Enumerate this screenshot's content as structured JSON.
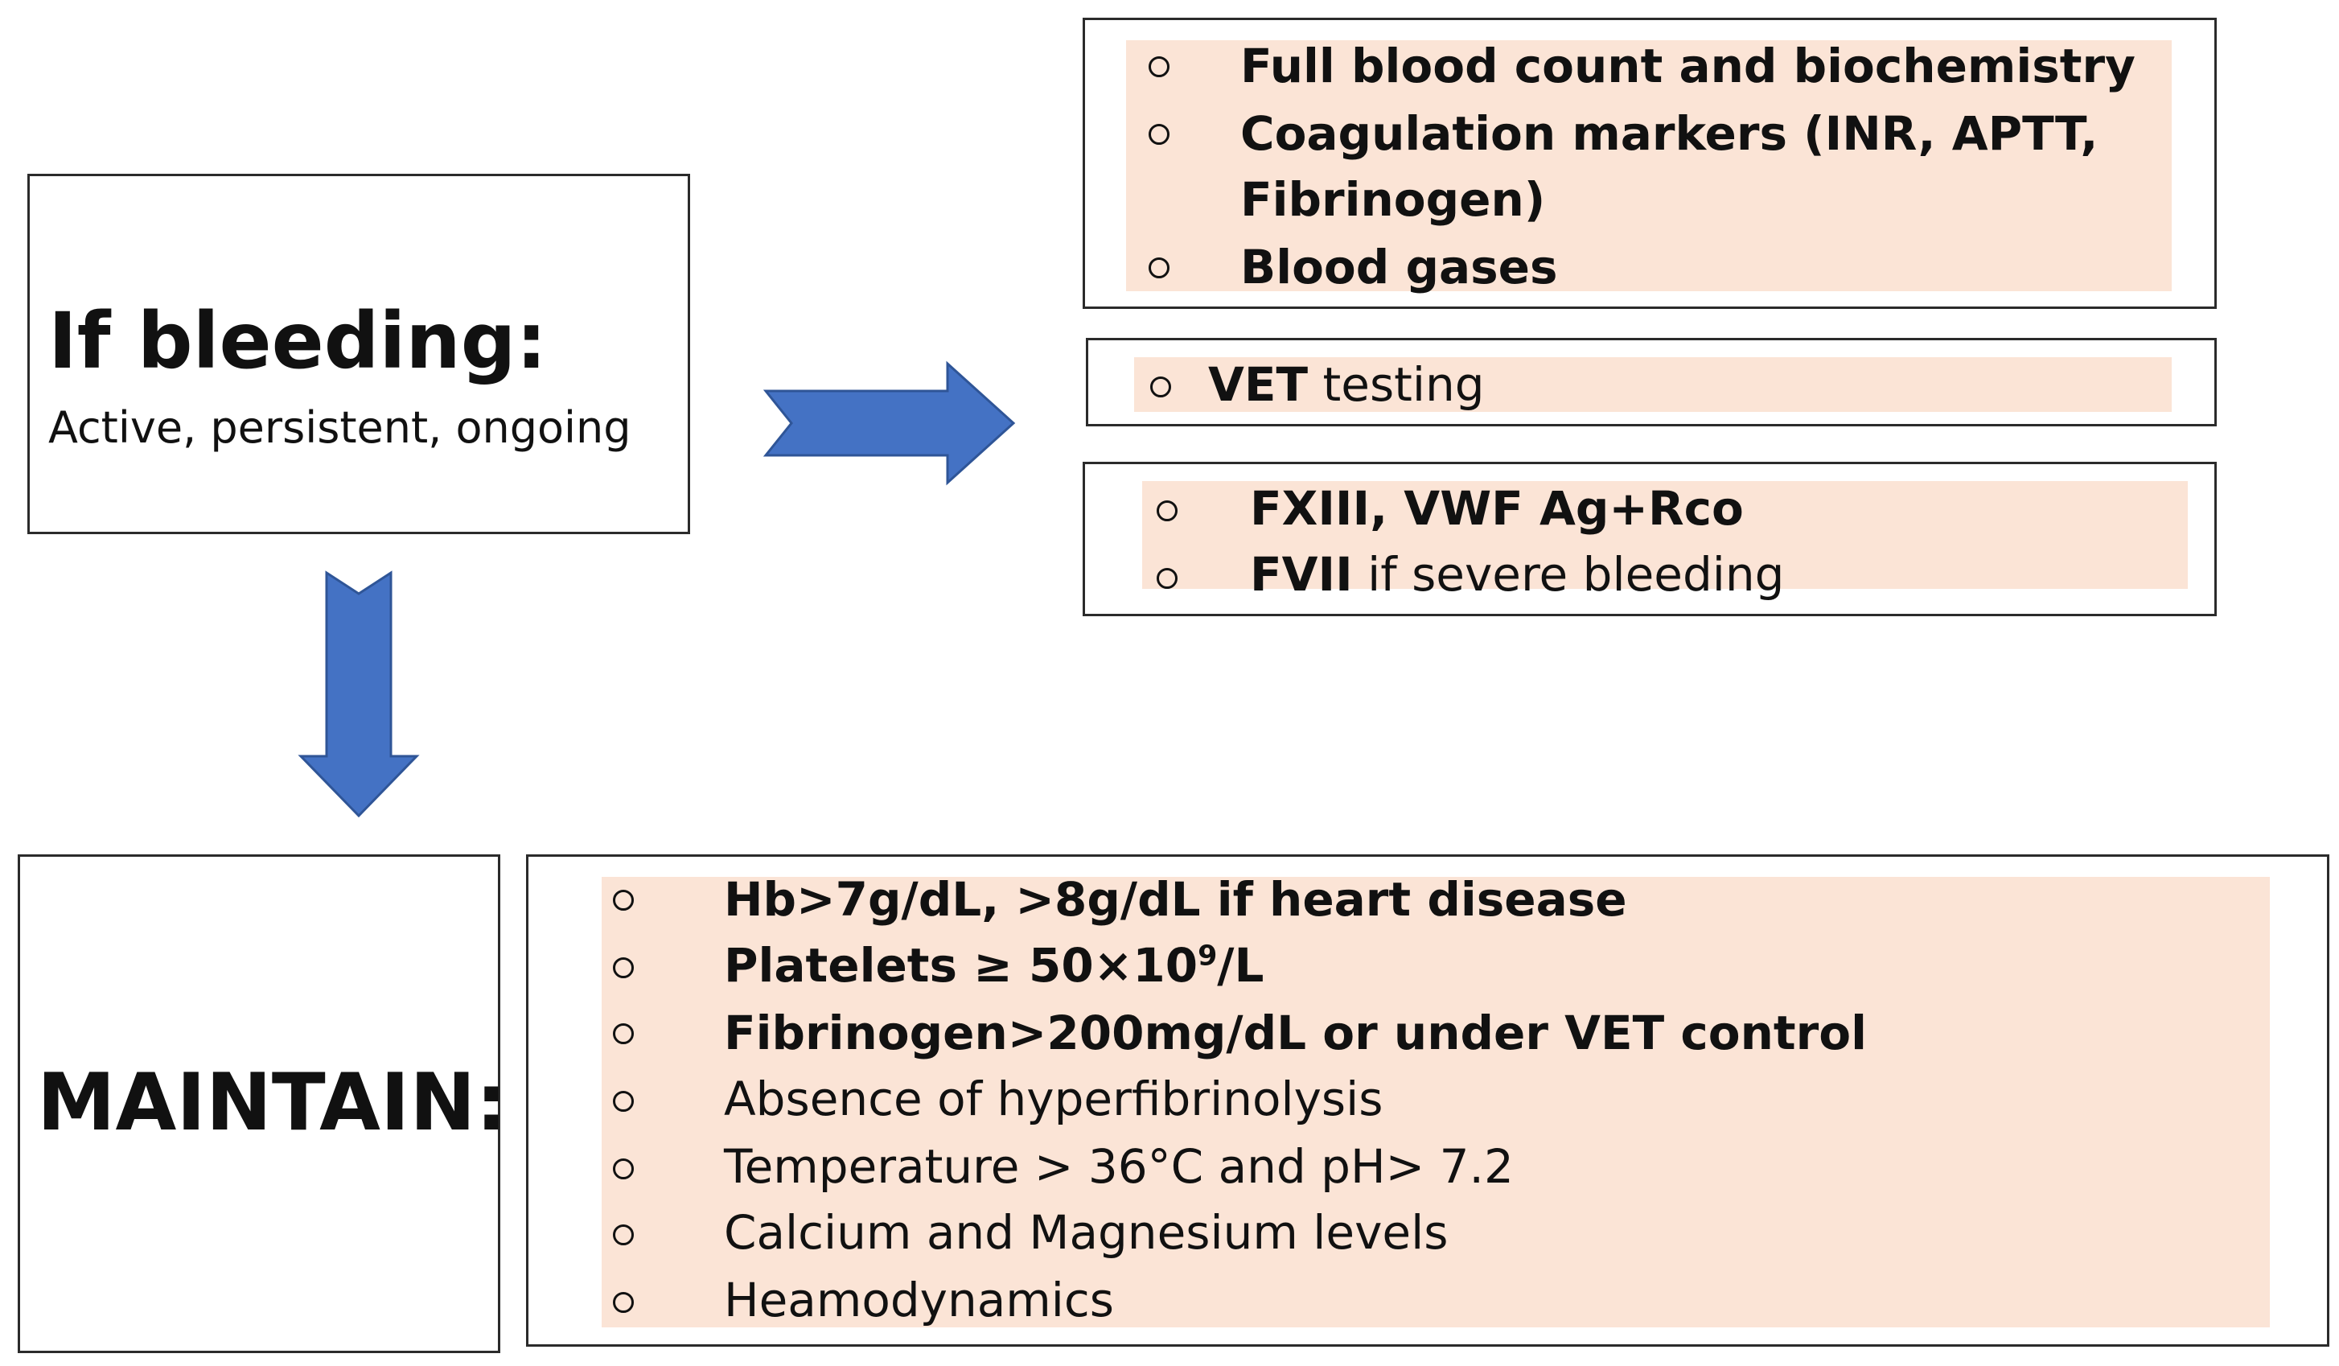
{
  "start": {
    "title": "If bleeding:",
    "subtitle": "Active, persistent, ongoing"
  },
  "tests": {
    "group1": [
      {
        "bold": "Full blood count and   biochemistry",
        "rest": ""
      },
      {
        "bold": "Coagulation markers (INR, APTT,",
        "rest": ""
      },
      {
        "bold": "Fibrinogen)",
        "rest": ""
      },
      {
        "bold": "Blood gases",
        "rest": ""
      }
    ],
    "group2": [
      {
        "bold": "VET",
        "rest": " testing"
      }
    ],
    "group3": [
      {
        "bold": "FXIII, VWF Ag+Rco",
        "rest": ""
      },
      {
        "bold": "FVII",
        "rest": " if severe bleeding"
      }
    ]
  },
  "maintain": {
    "title": "MAINTAIN:",
    "items": [
      {
        "bold": "Hb>7g/dL, >8g/dL if heart disease",
        "rest": ""
      },
      {
        "bold": "Platelets ≥ 50×10",
        "sup": "9",
        "bold_after": "/L",
        "rest": ""
      },
      {
        "bold": "Fibrinogen>200mg/dL or under VET control",
        "rest": ""
      },
      {
        "bold": "",
        "rest": "Absence of hyperfibrinolysis"
      },
      {
        "bold": "",
        "rest": "Temperature > 36°C and pH> 7.2"
      },
      {
        "bold": "",
        "rest": "Calcium and Magnesium levels"
      },
      {
        "bold": "",
        "rest": "Heamodynamics"
      }
    ]
  },
  "colors": {
    "highlight": "#fbe4d6",
    "arrow_fill": "#4472c4",
    "arrow_stroke": "#2f5597",
    "border": "#2b2b2b"
  }
}
